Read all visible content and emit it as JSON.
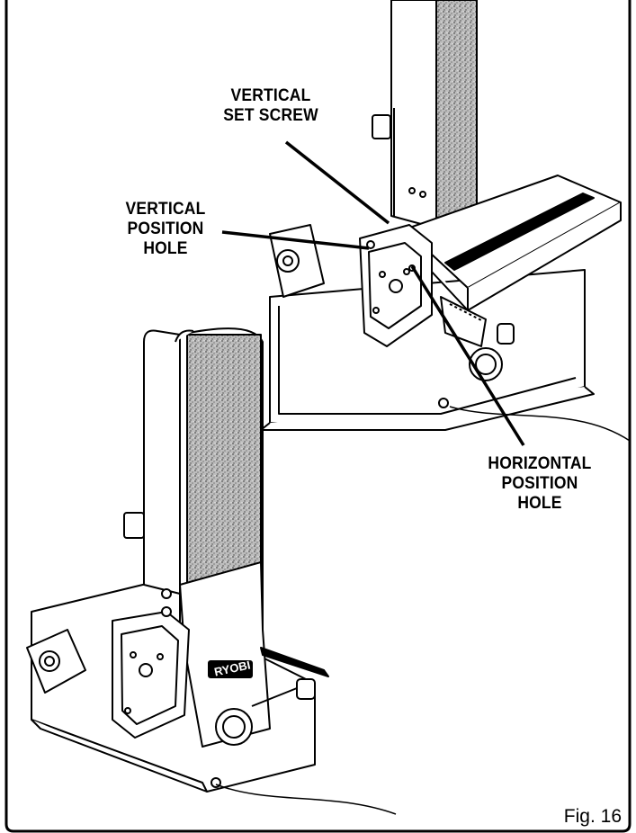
{
  "figure": {
    "caption": "Fig. 16",
    "brand": "RYOBI"
  },
  "callouts": {
    "vertical_set_screw": [
      "VERTICAL",
      "SET SCREW"
    ],
    "vertical_position_hole": [
      "VERTICAL",
      "POSITION",
      "HOLE"
    ],
    "horizontal_position_hole": [
      "HORIZONTAL",
      "POSITION",
      "HOLE"
    ]
  }
}
